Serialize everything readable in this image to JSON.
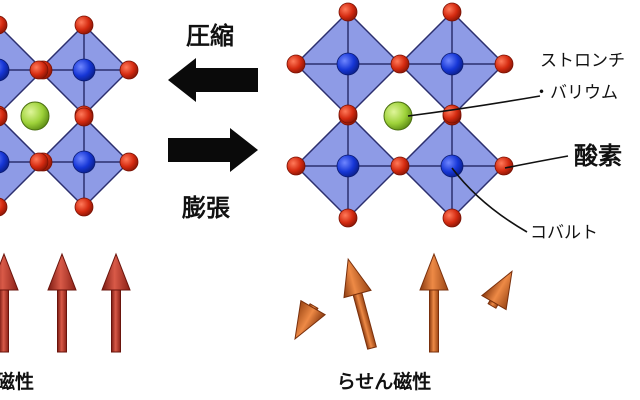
{
  "labels": {
    "compress": "圧縮",
    "expand": "膨張",
    "strontium_barium": "ストロンチウム・バリウム",
    "strontium_barium_line1": "ストロンチ",
    "strontium_barium_line2": "・バリウム",
    "oxygen": "酸素",
    "cobalt": "コバルト",
    "left_caption": "強磁性",
    "left_caption_visible": "磁性",
    "right_caption": "らせん磁性"
  },
  "colors": {
    "octahedron_fill": "#8e9be6",
    "octahedron_stroke": "#2c2f6e",
    "cobalt": "#1636d6",
    "oxygen": "#d42a10",
    "strontium_barium": "#9ed23a",
    "arrow_black": "#0a0a0a",
    "spin_arrow_left": "#b7372a",
    "spin_arrow_right": "#c65a1e"
  },
  "icons": {
    "compress_arrow": "left-arrow-icon",
    "expand_arrow": "right-arrow-icon",
    "spin": "spin-arrow-icon"
  },
  "spins": {
    "left": [
      0,
      0,
      0,
      0
    ],
    "right": [
      -150,
      -15,
      0,
      30
    ]
  }
}
